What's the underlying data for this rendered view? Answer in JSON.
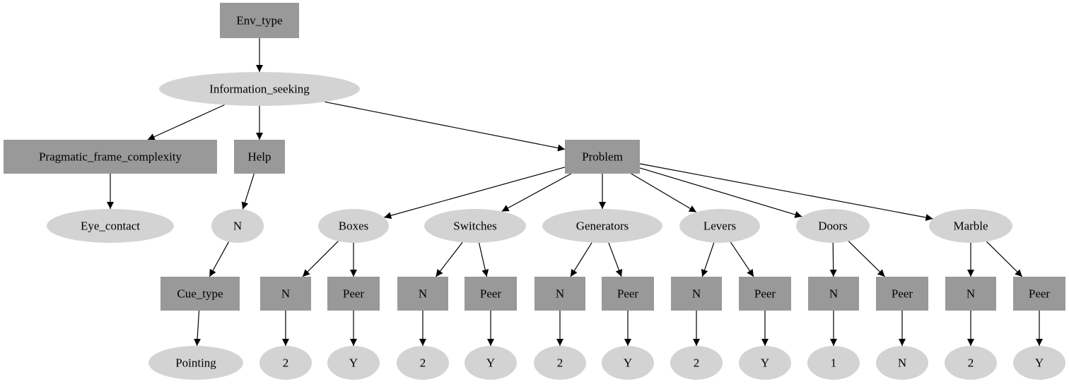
{
  "diagram": {
    "nodes": {
      "env_type": "Env_type",
      "information_seeking": "Information_seeking",
      "pragmatic_frame_complexity": "Pragmatic_frame_complexity",
      "help": "Help",
      "problem": "Problem",
      "eye_contact": "Eye_contact",
      "help_n": "N",
      "cue_type": "Cue_type",
      "pointing": "Pointing",
      "boxes": "Boxes",
      "switches": "Switches",
      "generators": "Generators",
      "levers": "Levers",
      "doors": "Doors",
      "marble": "Marble",
      "boxes_n": "N",
      "boxes_peer": "Peer",
      "switches_n": "N",
      "switches_peer": "Peer",
      "generators_n": "N",
      "generators_peer": "Peer",
      "levers_n": "N",
      "levers_peer": "Peer",
      "doors_n": "N",
      "doors_peer": "Peer",
      "marble_n": "N",
      "marble_peer": "Peer",
      "boxes_n_val": "2",
      "boxes_peer_val": "Y",
      "switches_n_val": "2",
      "switches_peer_val": "Y",
      "generators_n_val": "2",
      "generators_peer_val": "Y",
      "levers_n_val": "2",
      "levers_peer_val": "Y",
      "doors_n_val": "1",
      "doors_peer_val": "N",
      "marble_n_val": "2",
      "marble_peer_val": "Y"
    },
    "edges": [
      [
        "env_type",
        "information_seeking"
      ],
      [
        "information_seeking",
        "pragmatic_frame_complexity"
      ],
      [
        "information_seeking",
        "help"
      ],
      [
        "information_seeking",
        "problem"
      ],
      [
        "pragmatic_frame_complexity",
        "eye_contact"
      ],
      [
        "help",
        "help_n"
      ],
      [
        "help_n",
        "cue_type"
      ],
      [
        "cue_type",
        "pointing"
      ],
      [
        "problem",
        "boxes"
      ],
      [
        "problem",
        "switches"
      ],
      [
        "problem",
        "generators"
      ],
      [
        "problem",
        "levers"
      ],
      [
        "problem",
        "doors"
      ],
      [
        "problem",
        "marble"
      ],
      [
        "boxes",
        "boxes_n"
      ],
      [
        "boxes",
        "boxes_peer"
      ],
      [
        "switches",
        "switches_n"
      ],
      [
        "switches",
        "switches_peer"
      ],
      [
        "generators",
        "generators_n"
      ],
      [
        "generators",
        "generators_peer"
      ],
      [
        "levers",
        "levers_n"
      ],
      [
        "levers",
        "levers_peer"
      ],
      [
        "doors",
        "doors_n"
      ],
      [
        "doors",
        "doors_peer"
      ],
      [
        "marble",
        "marble_n"
      ],
      [
        "marble",
        "marble_peer"
      ],
      [
        "boxes_n",
        "boxes_n_val"
      ],
      [
        "boxes_peer",
        "boxes_peer_val"
      ],
      [
        "switches_n",
        "switches_n_val"
      ],
      [
        "switches_peer",
        "switches_peer_val"
      ],
      [
        "generators_n",
        "generators_n_val"
      ],
      [
        "generators_peer",
        "generators_peer_val"
      ],
      [
        "levers_n",
        "levers_n_val"
      ],
      [
        "levers_peer",
        "levers_peer_val"
      ],
      [
        "doors_n",
        "doors_n_val"
      ],
      [
        "doors_peer",
        "doors_peer_val"
      ],
      [
        "marble_n",
        "marble_n_val"
      ],
      [
        "marble_peer",
        "marble_peer_val"
      ]
    ],
    "colors": {
      "box_fill": "#999999",
      "ellipse_fill": "#d3d3d3",
      "edge": "#000000"
    }
  }
}
